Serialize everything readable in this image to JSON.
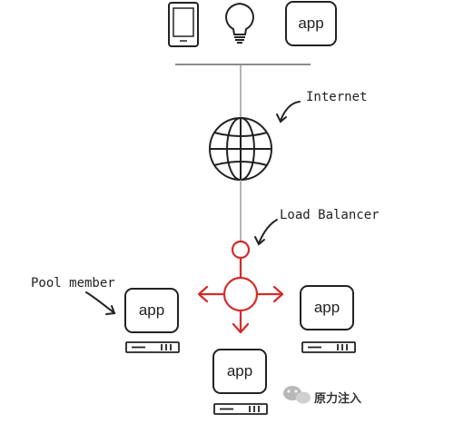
{
  "devices": {
    "app_label": "app"
  },
  "labels": {
    "internet": "Internet",
    "load_balancer": "Load Balancer",
    "pool_member": "Pool member"
  },
  "servers": [
    {
      "app_label": "app"
    },
    {
      "app_label": "app"
    },
    {
      "app_label": "app"
    }
  ],
  "watermark": {
    "text": "原力注入"
  },
  "colors": {
    "load_balancer": "#d42a2a",
    "line": "#222222",
    "connector": "#9a9a9a"
  }
}
